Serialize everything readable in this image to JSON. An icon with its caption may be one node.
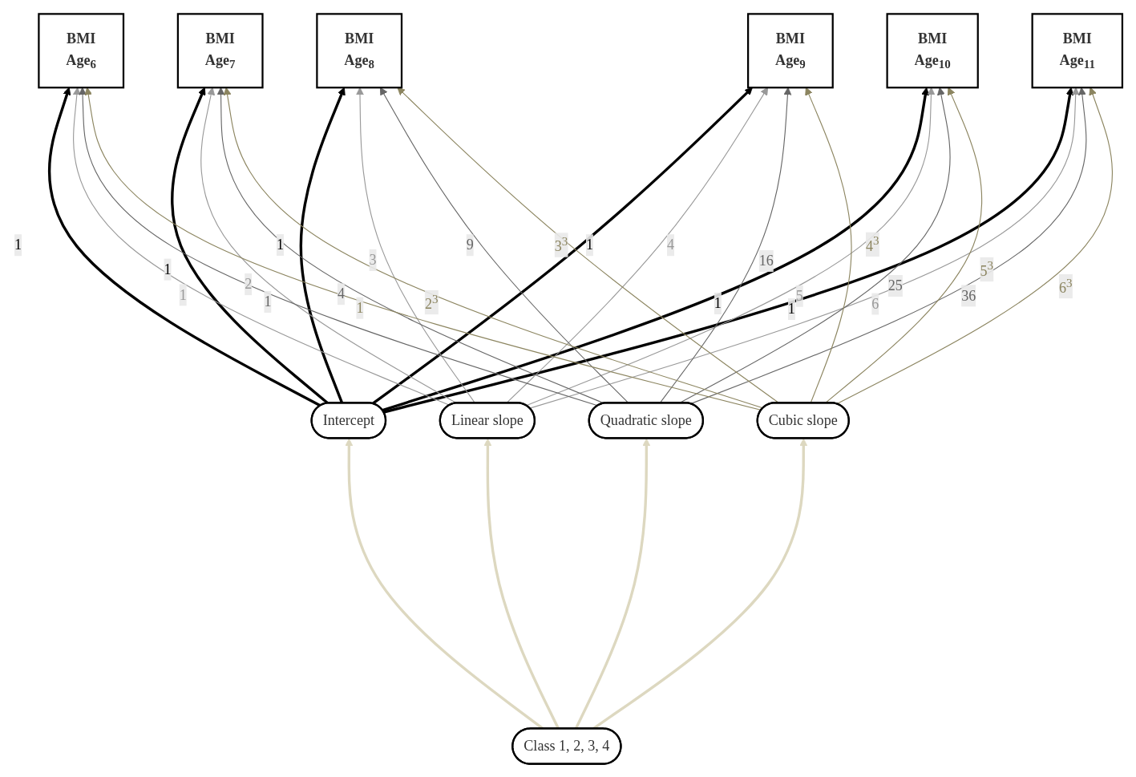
{
  "diagram": {
    "nodes": [
      {
        "text": [
          "BMI",
          "Age$_{6}$"
        ]
      },
      {
        "text": [
          "BMI",
          "Age$_{7}$"
        ]
      },
      {
        "text": [
          "BMI",
          "Age$_{8}$"
        ]
      },
      {
        "text": [
          "BMI",
          "Age$_{9}$"
        ]
      },
      {
        "text": [
          "BMI",
          "Age$_{10}$"
        ]
      },
      {
        "text": [
          "BMI",
          "Age$_{11}$"
        ]
      },
      {
        "text": [
          "Intercept"
        ]
      },
      {
        "text": [
          "Linear slope"
        ]
      },
      {
        "text": [
          "Quadratic slope"
        ]
      },
      {
        "text": [
          "Cubic slope"
        ]
      },
      {
        "text": [
          "Class 1, 2, 3, 4"
        ]
      }
    ],
    "edges": [
      {
        "from": 6,
        "to": 0,
        "arrow": "to",
        "label": "1",
        "style": "thick",
        "color": "#000000"
      },
      {
        "from": 6,
        "to": 1,
        "arrow": "to",
        "label": "1",
        "style": "thick",
        "color": "#000000"
      },
      {
        "from": 6,
        "to": 2,
        "arrow": "to",
        "label": "1",
        "style": "thick",
        "color": "#000000"
      },
      {
        "from": 6,
        "to": 3,
        "arrow": "to",
        "label": "1",
        "style": "thick",
        "color": "#000000"
      },
      {
        "from": 6,
        "to": 4,
        "arrow": "to",
        "label": "1",
        "style": "thick",
        "color": "#000000"
      },
      {
        "from": 6,
        "to": 5,
        "arrow": "to",
        "label": "1",
        "style": "thick",
        "color": "#000000"
      },
      {
        "from": 7,
        "to": 0,
        "arrow": "to",
        "label": "1",
        "color": "#999999"
      },
      {
        "from": 7,
        "to": 1,
        "arrow": "to",
        "label": "2",
        "color": "#999999"
      },
      {
        "from": 7,
        "to": 2,
        "arrow": "to",
        "label": "3",
        "color": "#999999"
      },
      {
        "from": 7,
        "to": 3,
        "arrow": "to",
        "label": "4",
        "color": "#999999"
      },
      {
        "from": 7,
        "to": 4,
        "arrow": "to",
        "label": "5",
        "color": "#999999"
      },
      {
        "from": 7,
        "to": 5,
        "arrow": "to",
        "label": "6",
        "color": "#999999"
      },
      {
        "from": 8,
        "to": 0,
        "arrow": "to",
        "label": "1",
        "color": "#666666"
      },
      {
        "from": 8,
        "to": 1,
        "arrow": "to",
        "label": "4",
        "color": "#666666"
      },
      {
        "from": 8,
        "to": 2,
        "arrow": "to",
        "label": "9",
        "color": "#666666"
      },
      {
        "from": 8,
        "to": 3,
        "arrow": "to",
        "label": "16",
        "color": "#666666"
      },
      {
        "from": 8,
        "to": 4,
        "arrow": "to",
        "label": "25",
        "color": "#666666"
      },
      {
        "from": 8,
        "to": 5,
        "arrow": "to",
        "label": "36",
        "color": "#666666"
      },
      {
        "from": 9,
        "to": 0,
        "arrow": "to",
        "label": "1",
        "color": "#8c8560"
      },
      {
        "from": 9,
        "to": 1,
        "arrow": "to",
        "label": "2$^{3}$",
        "color": "#8c8560"
      },
      {
        "from": 9,
        "to": 2,
        "arrow": "to",
        "label": "3$^{3}$",
        "color": "#8c8560"
      },
      {
        "from": 9,
        "to": 3,
        "arrow": "to",
        "label": "4$^{3}$",
        "color": "#8c8560"
      },
      {
        "from": 9,
        "to": 4,
        "arrow": "to",
        "label": "5$^{3}$",
        "color": "#8c8560"
      },
      {
        "from": 9,
        "to": 5,
        "arrow": "to",
        "label": "6$^{3}$",
        "color": "#8c8560"
      },
      {
        "from": 10,
        "to": 6,
        "arrow": "to",
        "style": "thick",
        "color": "#ddd8c0"
      },
      {
        "from": 10,
        "to": 7,
        "arrow": "to",
        "style": "thick",
        "color": "#ddd8c0"
      },
      {
        "from": 10,
        "to": 8,
        "arrow": "to",
        "style": "thick",
        "color": "#ddd8c0"
      },
      {
        "from": 10,
        "to": 9,
        "arrow": "to",
        "style": "thick",
        "color": "#ddd8c0"
      }
    ]
  }
}
